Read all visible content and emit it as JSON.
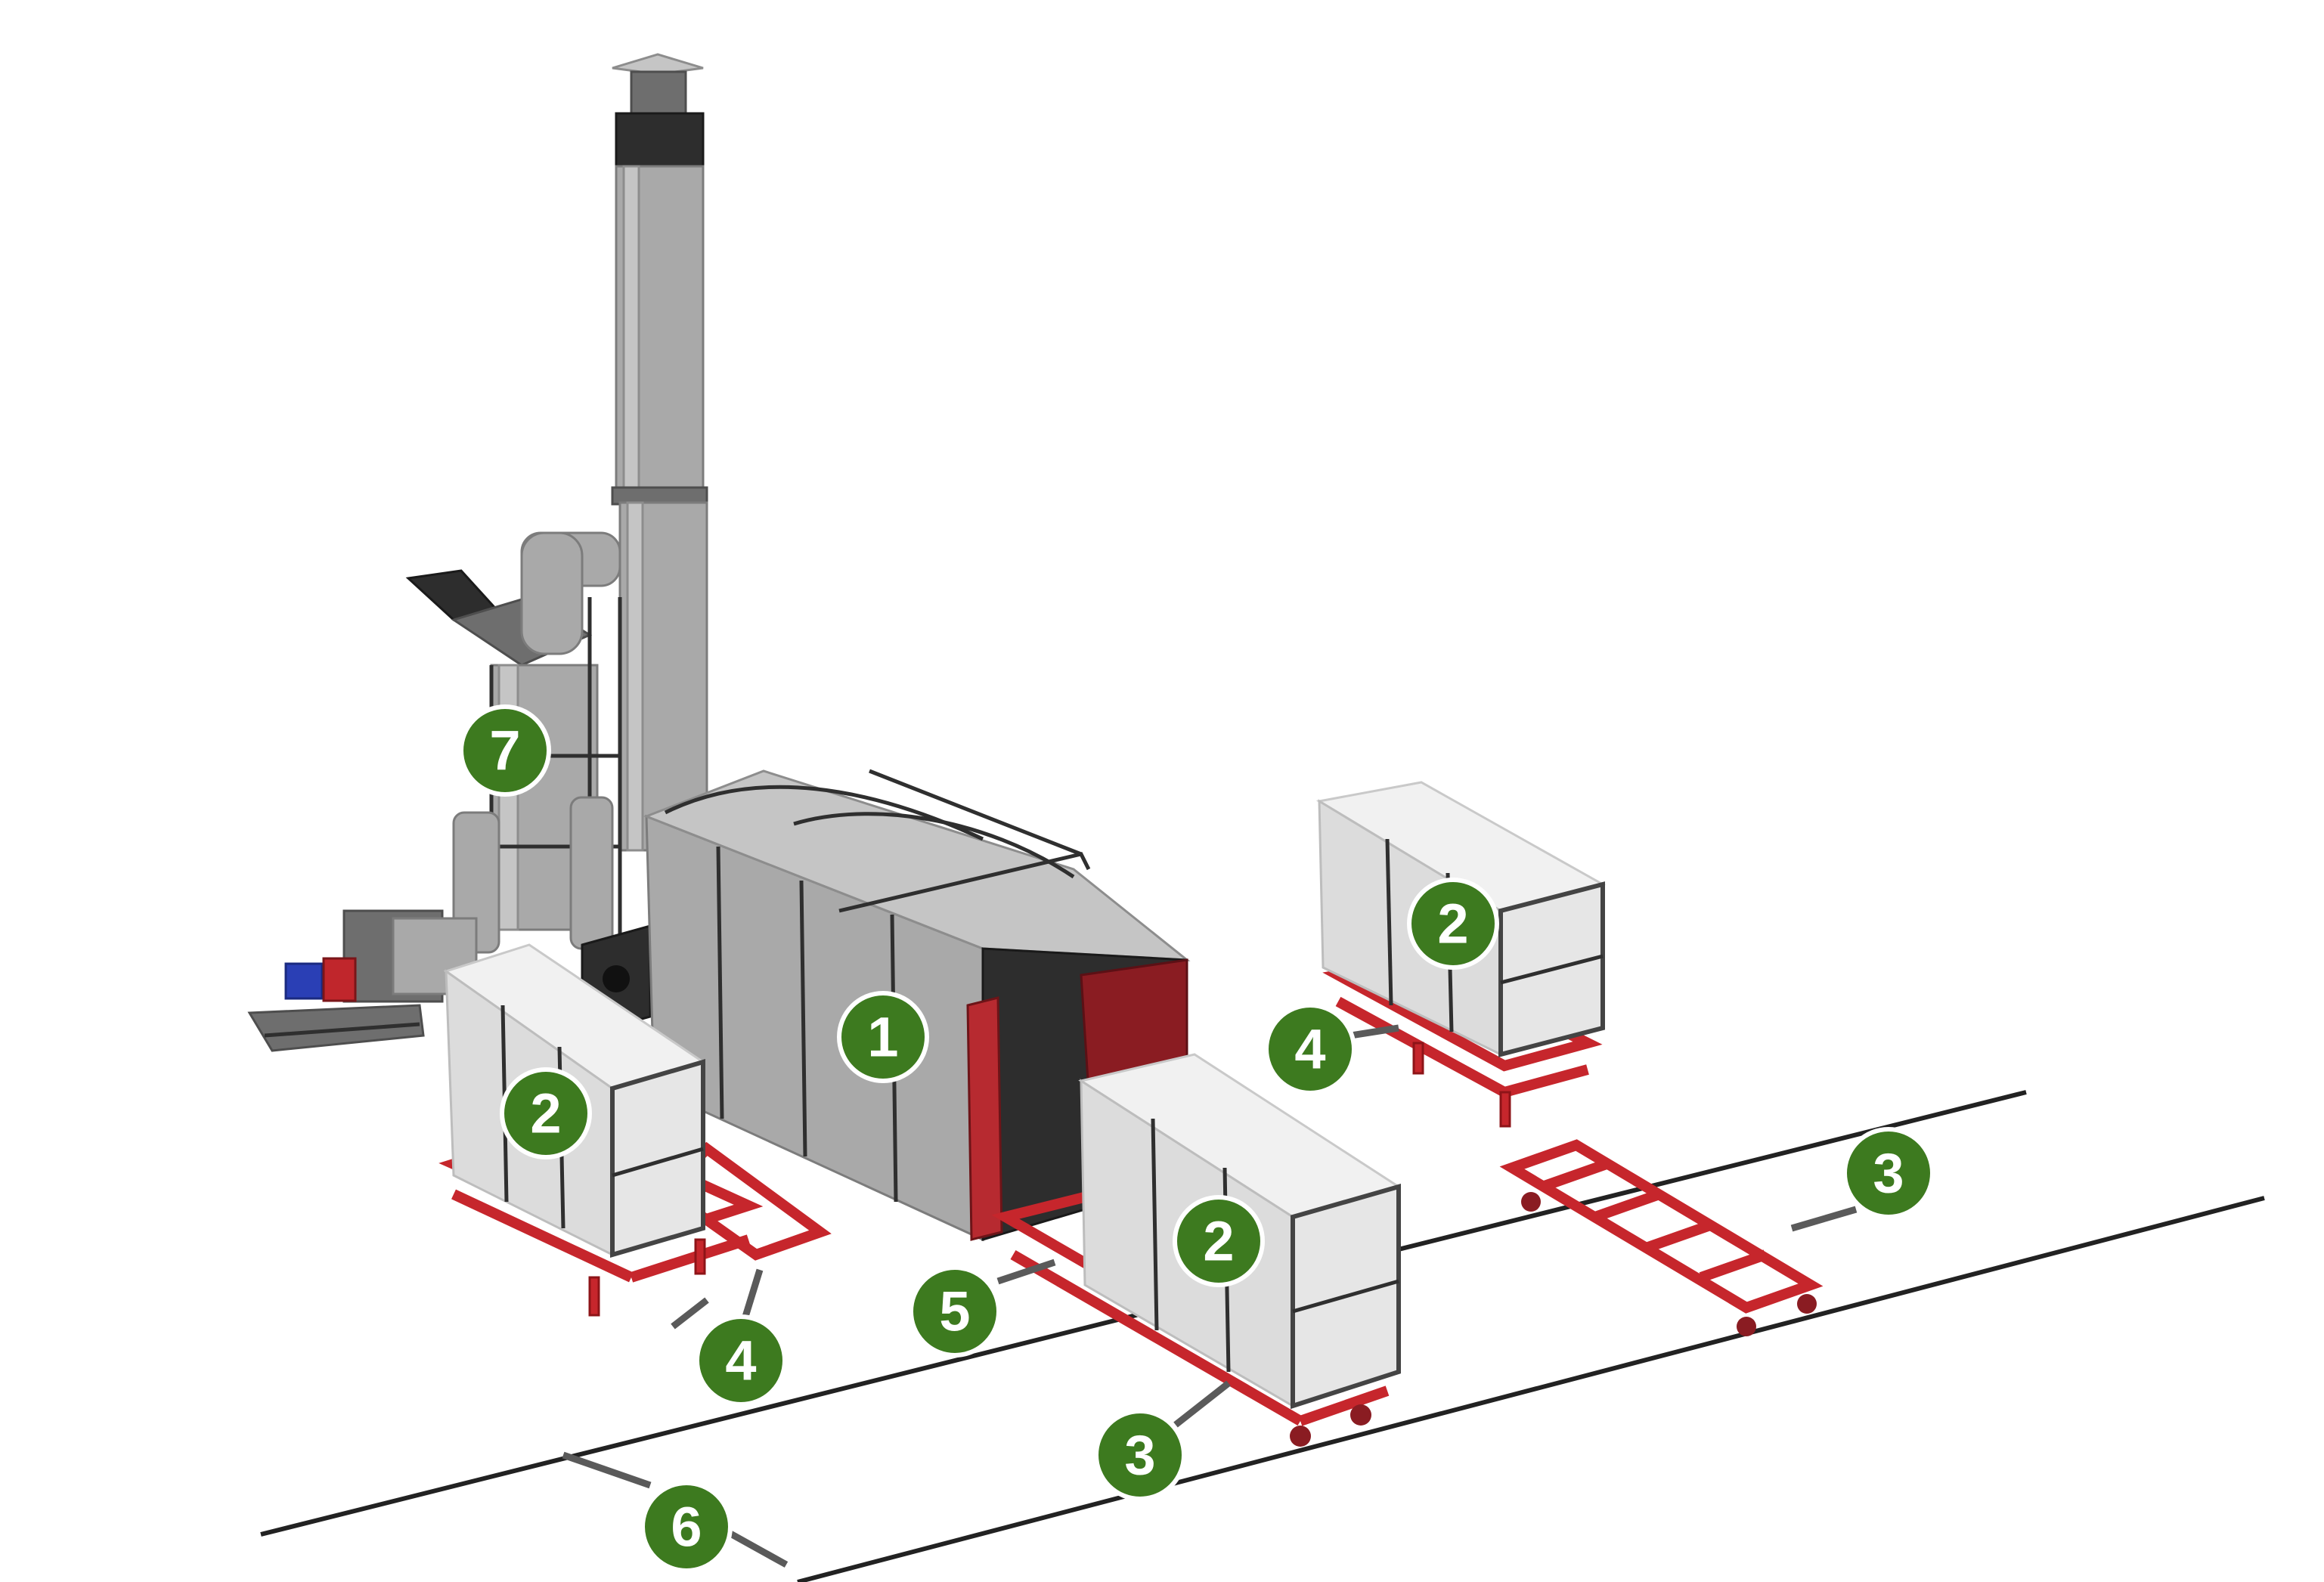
{
  "markers": [
    {
      "label": "1"
    },
    {
      "label": "2"
    },
    {
      "label": "2"
    },
    {
      "label": "2"
    },
    {
      "label": "3"
    },
    {
      "label": "3"
    },
    {
      "label": "4"
    },
    {
      "label": "4"
    },
    {
      "label": "5"
    },
    {
      "label": "6"
    },
    {
      "label": "7"
    }
  ],
  "colors": {
    "marker_fill": "#3d7a1f",
    "marker_text": "#ffffff",
    "cart_frame": "#c6262c",
    "arrow": "#5a5a5a",
    "rail": "#222222"
  }
}
